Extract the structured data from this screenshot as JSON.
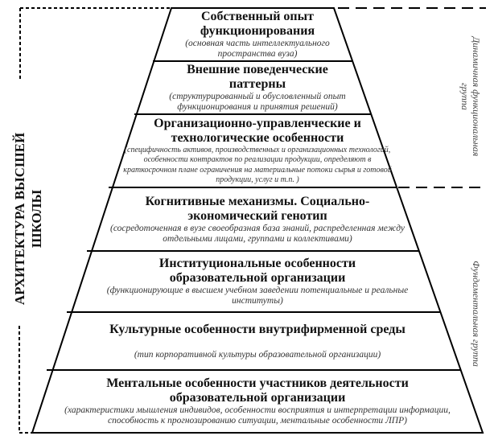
{
  "title": "АРХИТЕКТУРА ВЫСШЕЙ ШКОЛЫ",
  "title_lines": [
    "АРХИТЕКТУРА ВЫСШЕЙ",
    "ШКОЛЫ"
  ],
  "groups": {
    "dynamic": {
      "lines": [
        "Динамичная функциональная",
        "группа"
      ]
    },
    "fundamental": {
      "label": "Фундаментальная группа"
    }
  },
  "layers": [
    {
      "title": "Собственный опыт функционирования",
      "desc": "(основная часть интеллектуального пространства вуза)"
    },
    {
      "title": "Внешние поведенческие паттерны",
      "desc": "(структурированный и обусловленный опыт функционирования и принятия решений)"
    },
    {
      "title": "Организационно-управленческие и технологические особенности",
      "desc": "(специфичность активов, производственных и организационных технологий, особенности контрактов по реализации продукции, определяют в краткосрочном плане ограничения на материальные потоки сырья и готовой продукции, услуг  и т.п. )"
    },
    {
      "title": "Когнитивные механизмы. Социально-экономический генотип",
      "desc": "(сосредоточенная в вузе своеобразная база знаний, распределенная между отдельными лицами, группами и коллективами)"
    },
    {
      "title": "Институциональные особенности образовательной организации",
      "desc": "(функционирующие в высшем учебном заведении потенциальные и реальные институты)"
    },
    {
      "title": "Культурные особенности внутрифирменной среды",
      "desc": "(тип корпоративной культуры образовательной организации)"
    },
    {
      "title": "Ментальные особенности участников деятельности образовательной организации",
      "desc": "(характеристики мышления индивидов, особенности восприятия и интерпретации информации, способность к прогнозированию ситуации, ментальные особенности ЛПР)"
    }
  ]
}
